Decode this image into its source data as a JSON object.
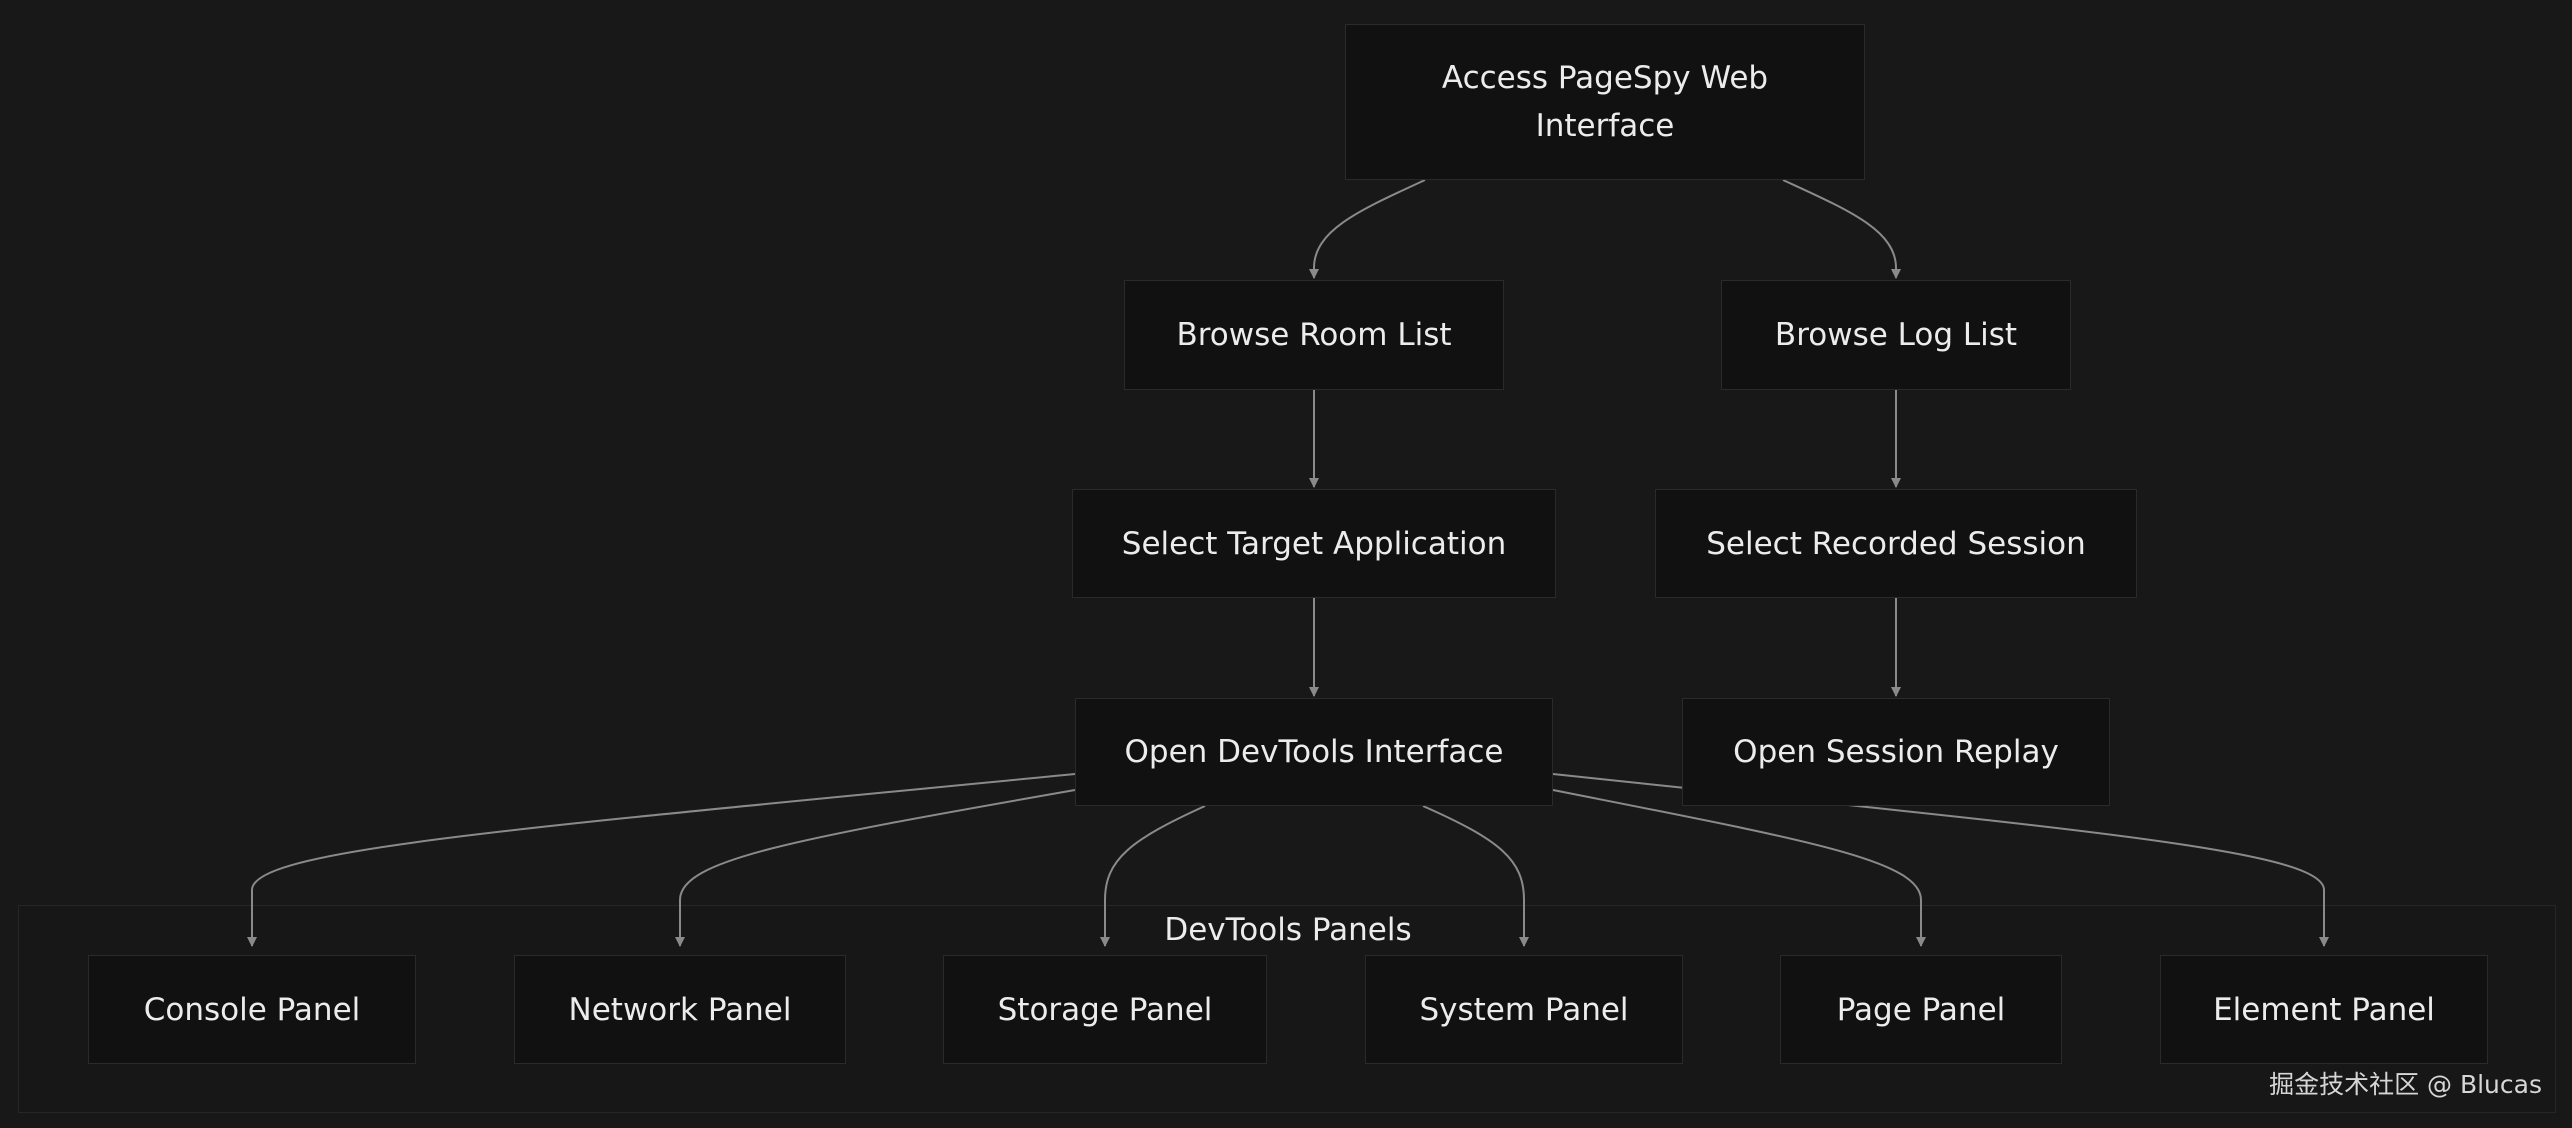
{
  "diagram": {
    "colors": {
      "background": "#181818",
      "node_fill": "#111111",
      "node_border": "#2a2a2a",
      "edge": "#8a8a8a",
      "text": "#ececec"
    },
    "nodes": {
      "access": {
        "line1": "Access PageSpy Web",
        "line2": "Interface"
      },
      "browse_room": "Browse Room List",
      "browse_log": "Browse Log List",
      "select_app": "Select Target Application",
      "select_session": "Select Recorded Session",
      "open_devtools": "Open DevTools Interface",
      "open_replay": "Open Session Replay"
    },
    "panel_group": {
      "title": "DevTools Panels",
      "panels": {
        "console": "Console Panel",
        "network": "Network Panel",
        "storage": "Storage Panel",
        "system": "System Panel",
        "page": "Page Panel",
        "element": "Element Panel"
      }
    },
    "edges": [
      [
        "Access PageSpy Web Interface",
        "Browse Room List"
      ],
      [
        "Access PageSpy Web Interface",
        "Browse Log List"
      ],
      [
        "Browse Room List",
        "Select Target Application"
      ],
      [
        "Browse Log List",
        "Select Recorded Session"
      ],
      [
        "Select Target Application",
        "Open DevTools Interface"
      ],
      [
        "Select Recorded Session",
        "Open Session Replay"
      ],
      [
        "Open DevTools Interface",
        "Console Panel"
      ],
      [
        "Open DevTools Interface",
        "Network Panel"
      ],
      [
        "Open DevTools Interface",
        "Storage Panel"
      ],
      [
        "Open DevTools Interface",
        "System Panel"
      ],
      [
        "Open DevTools Interface",
        "Page Panel"
      ],
      [
        "Open DevTools Interface",
        "Element Panel"
      ]
    ]
  },
  "watermark": "掘金技术社区 @ Blucas"
}
